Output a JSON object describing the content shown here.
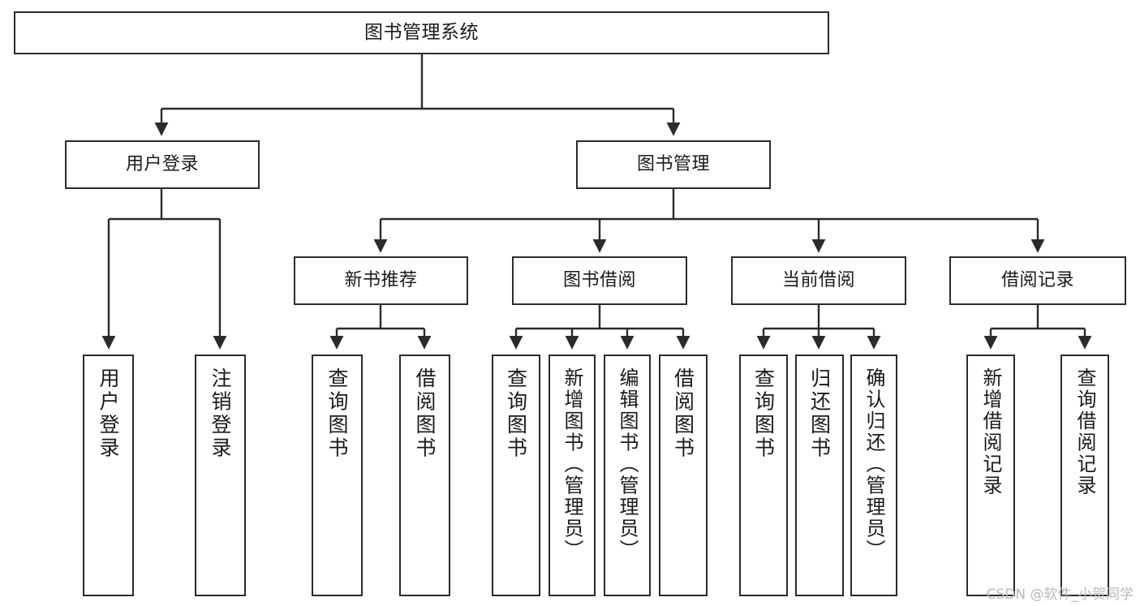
{
  "diagram": {
    "title": "图书管理系统",
    "type": "tree-hierarchy",
    "stroke_color": "#2b2b2b",
    "fill_color": "#ffffff",
    "text_color": "#1a1a1a"
  },
  "nodes": {
    "root": {
      "label": "图书管理系统",
      "level": 1
    },
    "level2": [
      {
        "id": "user-login",
        "label": "用户登录"
      },
      {
        "id": "book-manage",
        "label": "图书管理"
      }
    ],
    "level3": [
      {
        "id": "new-book-recommend",
        "label": "新书推荐"
      },
      {
        "id": "book-borrow",
        "label": "图书借阅"
      },
      {
        "id": "current-borrow",
        "label": "当前借阅"
      },
      {
        "id": "borrow-record",
        "label": "借阅记录"
      }
    ],
    "leaves": [
      {
        "id": "leaf-user-login",
        "label": "用户登录",
        "parent": "user-login"
      },
      {
        "id": "leaf-logout-login",
        "label": "注销登录",
        "parent": "user-login"
      },
      {
        "id": "leaf-query-book-1",
        "label": "查询图书",
        "parent": "new-book-recommend"
      },
      {
        "id": "leaf-borrow-book-1",
        "label": "借阅图书",
        "parent": "new-book-recommend"
      },
      {
        "id": "leaf-query-book-2",
        "label": "查询图书",
        "parent": "book-borrow"
      },
      {
        "id": "leaf-add-book",
        "label": "新增图书（管理员）",
        "parent": "book-borrow"
      },
      {
        "id": "leaf-edit-book",
        "label": "编辑图书（管理员）",
        "parent": "book-borrow"
      },
      {
        "id": "leaf-borrow-book-2",
        "label": "借阅图书",
        "parent": "book-borrow"
      },
      {
        "id": "leaf-query-book-3",
        "label": "查询图书",
        "parent": "current-borrow"
      },
      {
        "id": "leaf-return-book",
        "label": "归还图书",
        "parent": "current-borrow"
      },
      {
        "id": "leaf-confirm-return",
        "label": "确认归还（管理员）",
        "parent": "current-borrow"
      },
      {
        "id": "leaf-add-record",
        "label": "新增借阅记录",
        "parent": "borrow-record"
      },
      {
        "id": "leaf-query-record",
        "label": "查询借阅记录",
        "parent": "borrow-record"
      }
    ]
  },
  "watermark": {
    "text": "CSDN @软件_小贺同学"
  }
}
